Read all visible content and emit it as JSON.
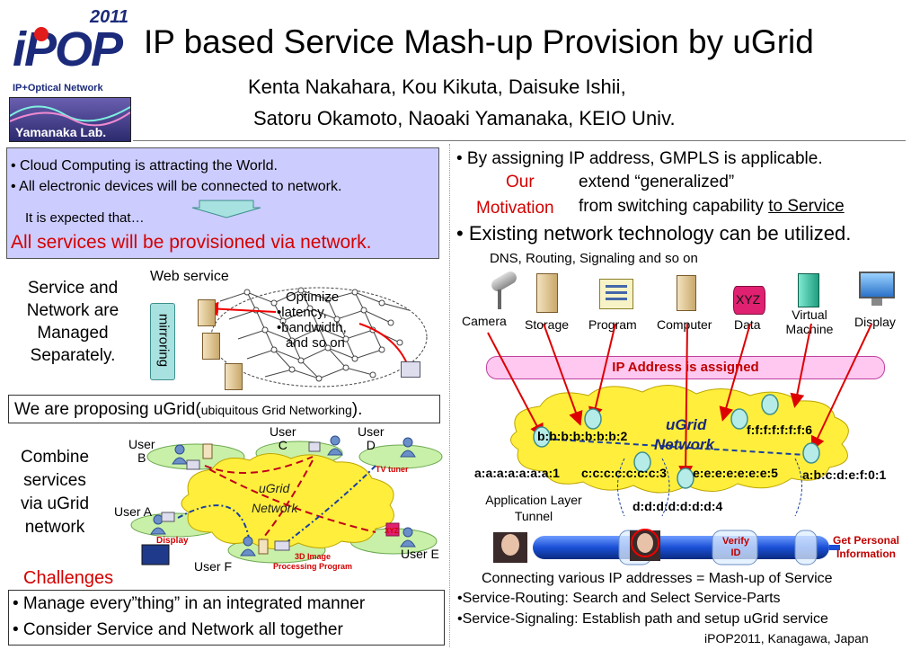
{
  "logo": {
    "year": "2011",
    "brand": "iPOP",
    "tagline": "IP+Optical Network",
    "lab": "Yamanaka Lab."
  },
  "header": {
    "title": "IP based Service Mash-up Provision by uGrid",
    "authors_line1": "Kenta Nakahara, Kou Kikuta, Daisuke Ishii,",
    "authors_line2": "Satoru Okamoto, Naoaki Yamanaka, KEIO Univ."
  },
  "motivation_box": {
    "bullet1": "• Cloud Computing is attracting the World.",
    "bullet2": "• All electronic devices will be connected to network.",
    "expected": "It is expected that…",
    "conclusion": "All services will be provisioned via network."
  },
  "separate": {
    "text_line1": "Service and",
    "text_line2": "Network are",
    "text_line3": "Managed",
    "text_line4": "Separately.",
    "web_service": "Web service",
    "mirroring": "mirroring",
    "optimize1": "Optimize",
    "optimize2": "•latency,",
    "optimize3": "•bandwidth,",
    "optimize4": "and so on"
  },
  "proposal": {
    "main": "We are proposing uGrid(",
    "sub": "ubiquitous Grid Networking",
    "end": ")."
  },
  "combine": {
    "line1": "Combine",
    "line2": "services",
    "line3": "via uGrid",
    "line4": "network",
    "cloud_line1": "uGrid",
    "cloud_line2": "Network",
    "user_a": "User A",
    "user_b1": "User",
    "user_b2": "B",
    "user_c1": "User",
    "user_c2": "C",
    "user_d1": "User",
    "user_d2": "D",
    "user_e": "User E",
    "user_f": "User F",
    "tv_tuner": "TV tuner",
    "display": "Display",
    "xyz": "XYZ",
    "img_prog1": "3D Image",
    "img_prog2": "Processing Program"
  },
  "challenges": {
    "title": "Challenges",
    "item1": "• Manage every”thing” in an integrated manner",
    "item2": "• Consider Service and Network all together"
  },
  "right": {
    "bullet1": "• By assigning IP address, GMPLS is applicable.",
    "our": "Our",
    "motivation": "Motivation",
    "extend": "extend “generalized”",
    "from_switching": "from switching capability ",
    "to_service": "to Service",
    "bullet2": "• Existing network technology can be utilized.",
    "dns": "DNS, Routing, Signaling and so on",
    "devices": [
      {
        "label": "Camera"
      },
      {
        "label": "Storage"
      },
      {
        "label": "Program"
      },
      {
        "label": "Computer"
      },
      {
        "label": "Data"
      },
      {
        "label": "Virtual\nMachine"
      },
      {
        "label": "Display"
      }
    ],
    "xyz": "XYZ",
    "ip_assigned": "IP Address is assigned",
    "ugrid1": "uGrid",
    "ugrid2": "Network",
    "addr_b": "b:b:b:b:b:b:b:2",
    "addr_f": "f:f:f:f:f:f:f:6",
    "addr_a": "a:a:a:a:a:a:a:1",
    "addr_c": "c:c:c:c:c:c:c:3",
    "addr_e": "e:e:e:e:e:e:e:5",
    "addr_abc": "a:b:c:d:e:f:0:1",
    "addr_d": "d:d:d:d:d:d:d:4",
    "app_layer1": "Application Layer",
    "app_layer2": "Tunnel",
    "verify1": "Verify",
    "verify2": "ID",
    "personal1": "Get Personal",
    "personal2": "Information",
    "connecting": "Connecting various IP addresses = Mash-up of Service",
    "routing": "•Service-Routing: Search and Select Service-Parts",
    "signaling": "•Service-Signaling: Establish path and setup uGrid service"
  },
  "footer": "iPOP2011, Kanagawa, Japan",
  "colors": {
    "red": "#d40000",
    "cloud": "#ffef3c",
    "lavender": "#ccccff",
    "pink": "#ffc8f0",
    "tube": "#1a4fd6"
  }
}
